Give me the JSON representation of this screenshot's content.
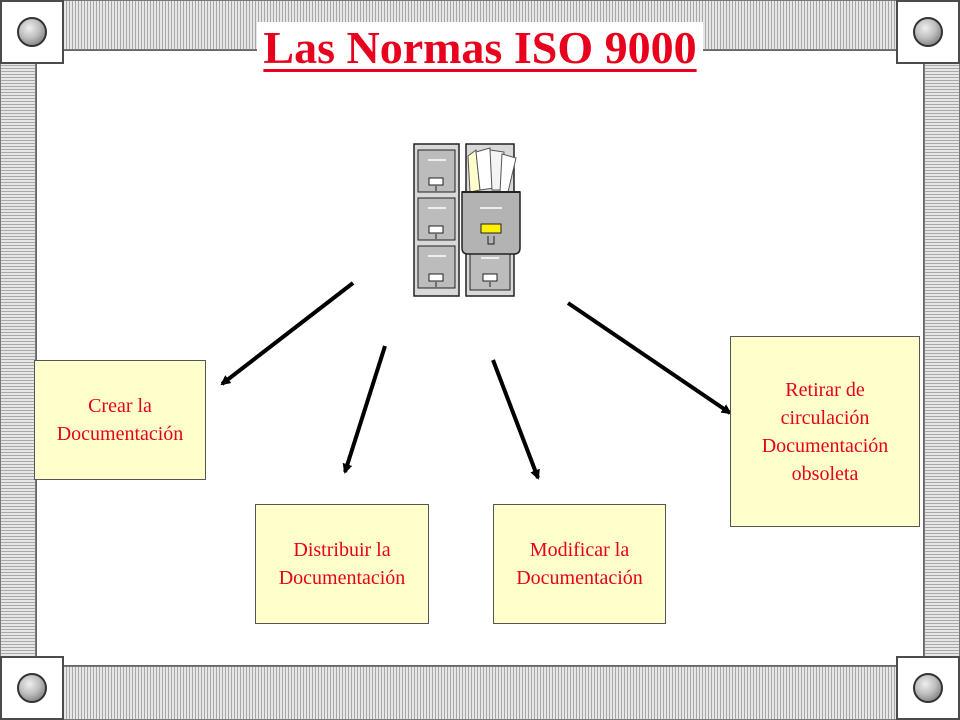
{
  "title": "Las Normas ISO 9000",
  "icons": {
    "frame_corner": "round-knob-icon",
    "central_image": "filing-cabinet-icon"
  },
  "boxes": {
    "crear": "Crear  la\nDocumentación",
    "distribuir": "Distribuir  la\nDocumentación",
    "modificar": "Modificar  la\nDocumentación",
    "retirar": "Retirar de\ncirculación\nDocumentación\nobsoleta"
  },
  "colors": {
    "text": "#e8001c",
    "box_fill": "#ffffcc",
    "arrow": "#000000"
  }
}
